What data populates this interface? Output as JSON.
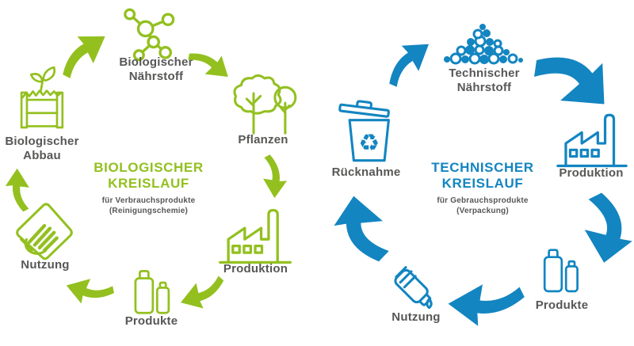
{
  "colors": {
    "green": "#93c01f",
    "blue": "#1385c1",
    "gray": "#575756"
  },
  "left_cycle": {
    "title": {
      "line1": "BIOLOGISCHER",
      "line2": "KREISLAUF"
    },
    "subtitle": {
      "line1": "für Verbrauchsprodukte",
      "line2": "(Reinigungschemie)"
    },
    "nodes": {
      "naehrstoff": {
        "label": "Biologischer Nährstoff",
        "icon": "molecule-icon"
      },
      "pflanzen": {
        "label": "Pflanzen",
        "icon": "trees-icon"
      },
      "produktion": {
        "label": "Produktion",
        "icon": "factory-icon"
      },
      "produkte": {
        "label": "Produkte",
        "icon": "bottles-icon"
      },
      "nutzung": {
        "label": "Nutzung",
        "icon": "cleaning-wipe-icon"
      },
      "abbau": {
        "label": "Biologischer Abbau",
        "icon": "compost-box-icon"
      }
    }
  },
  "right_cycle": {
    "title": {
      "line1": "TECHNISCHER",
      "line2": "KREISLAUF"
    },
    "subtitle": {
      "line1": "für Gebrauchsprodukte",
      "line2": "(Verpackung)"
    },
    "nodes": {
      "naehrstoff": {
        "label": "Technischer Nährstoff",
        "icon": "granulate-pile-icon"
      },
      "produktion": {
        "label": "Produktion",
        "icon": "factory-icon"
      },
      "produkte": {
        "label": "Produkte",
        "icon": "bottles-icon"
      },
      "nutzung": {
        "label": "Nutzung",
        "icon": "pouring-bottle-icon"
      },
      "ruecknahme": {
        "label": "Rücknahme",
        "icon": "recycling-bin-icon"
      }
    }
  }
}
